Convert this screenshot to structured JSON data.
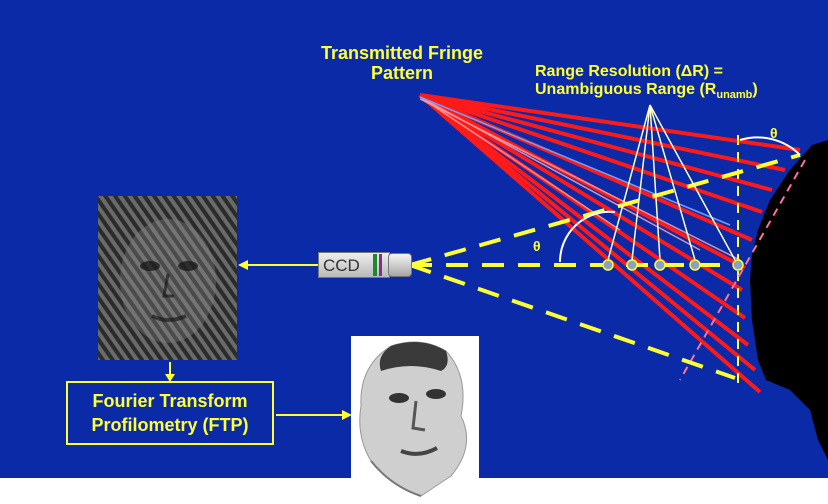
{
  "labels": {
    "fringe_line1": "Transmitted Fringe",
    "fringe_line2": "Pattern",
    "range_line1": "Range Resolution (ΔR) =",
    "range_line2_main": "Unambiguous Range (R",
    "range_line2_sub": "unamb",
    "range_line2_end": ")",
    "ftp_line1": "Fourier Transform",
    "ftp_line2": "Profilometry (FTP)",
    "ccd": "CCD",
    "theta": "θ"
  },
  "colors": {
    "background": "#0a2aa8",
    "accent": "#ffff33",
    "fringe_red": "#ff1a1a",
    "surface": "#000000"
  },
  "icons": {
    "camera": "ccd-camera-icon",
    "face_fringe": "fringe-face-image",
    "face_recon": "reconstructed-face-image"
  }
}
